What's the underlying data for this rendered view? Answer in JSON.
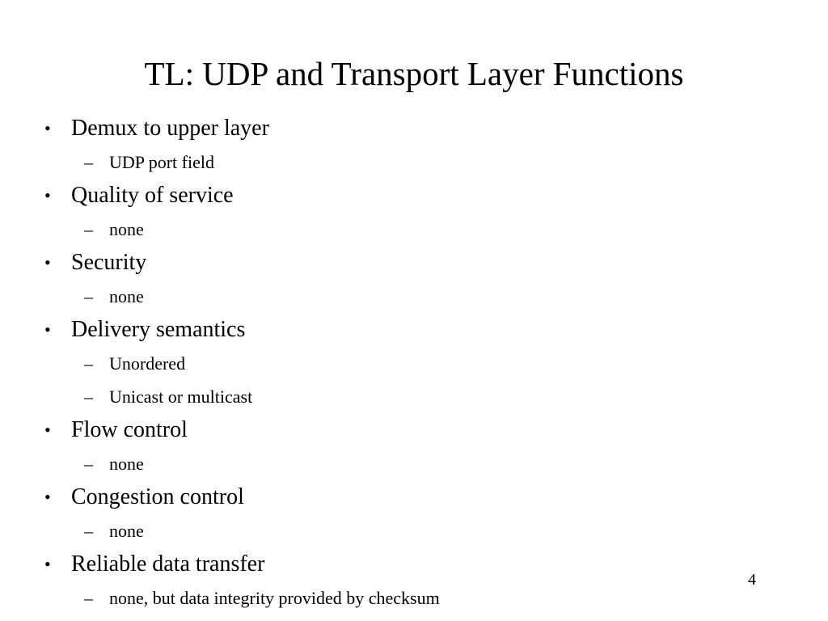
{
  "slide": {
    "title": "TL: UDP and Transport Layer Functions",
    "number": "4",
    "background_color": "#ffffff",
    "text_color": "#000000",
    "bullet_marker_level1": "•",
    "bullet_marker_level2": "–",
    "items": [
      {
        "label": "Demux to upper layer",
        "sub": [
          {
            "label": "UDP port field"
          }
        ]
      },
      {
        "label": "Quality of service",
        "sub": [
          {
            "label": "none"
          }
        ]
      },
      {
        "label": "Security",
        "sub": [
          {
            "label": "none"
          }
        ]
      },
      {
        "label": "Delivery semantics",
        "sub": [
          {
            "label": "Unordered"
          },
          {
            "label": "Unicast or multicast"
          }
        ]
      },
      {
        "label": "Flow control",
        "sub": [
          {
            "label": "none"
          }
        ]
      },
      {
        "label": "Congestion control",
        "sub": [
          {
            "label": "none"
          }
        ]
      },
      {
        "label": "Reliable data transfer",
        "sub": [
          {
            "label": "none, but data integrity provided by checksum"
          }
        ]
      }
    ]
  }
}
